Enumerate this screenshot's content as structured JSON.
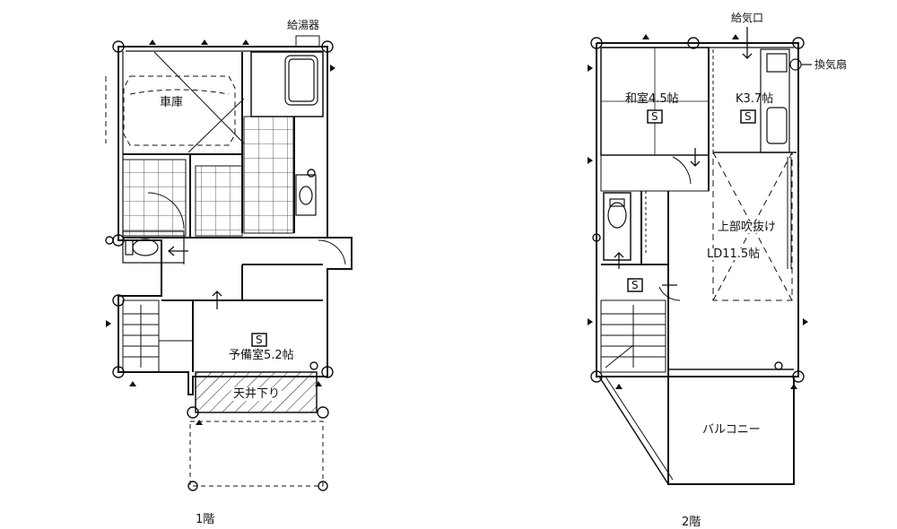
{
  "floor1": {
    "caption": "1階",
    "garage": "車庫",
    "water_heater": "給湯器",
    "spare_room": "予備室5.2帖",
    "ceiling_lowered": "天井下り",
    "storage_mark": "S"
  },
  "floor2": {
    "caption": "2階",
    "air_intake": "給気口",
    "ventilation_fan": "換気扇",
    "washitsu": "和室4.5帖",
    "kitchen": "K3.7帖",
    "void_above": "上部吹抜け",
    "ld": "LD11.5帖",
    "balcony": "バルコニー",
    "storage_mark": "S"
  }
}
